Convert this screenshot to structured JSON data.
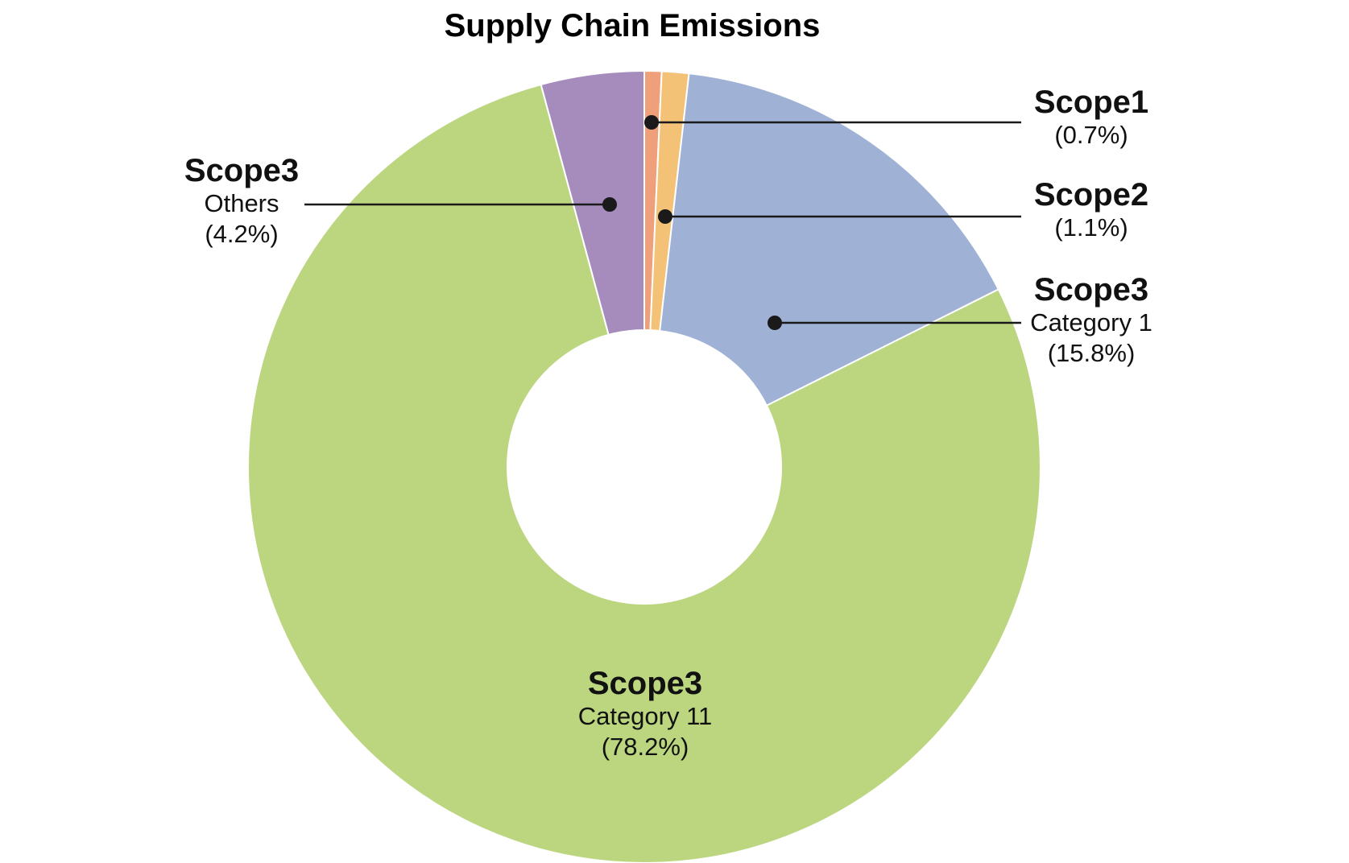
{
  "page": {
    "background": "#ffffff"
  },
  "chart_data": {
    "type": "pie",
    "subtype": "donut",
    "title": "Supply Chain Emissions",
    "direction": "clockwise",
    "start_angle": "12-oclock",
    "donut_hole_ratio": 0.345,
    "legend": "none",
    "categories": [
      "Scope1",
      "Scope2",
      "Scope3 Category 1",
      "Scope3 Category 11",
      "Scope3 Others"
    ],
    "values": [
      0.7,
      1.1,
      15.8,
      78.2,
      4.2
    ],
    "segments": [
      {
        "key": "scope1",
        "name": "Scope1",
        "sub": "",
        "pct_label": "(0.7%)",
        "percent": 0.7,
        "color": "#efa07a",
        "label_side": "right"
      },
      {
        "key": "scope2",
        "name": "Scope2",
        "sub": "",
        "pct_label": "(1.1%)",
        "percent": 1.1,
        "color": "#f3c277",
        "label_side": "right"
      },
      {
        "key": "scope3-category1",
        "name": "Scope3",
        "sub": "Category 1",
        "pct_label": "(15.8%)",
        "percent": 15.8,
        "color": "#9fb1d5",
        "label_side": "right"
      },
      {
        "key": "scope3-category11",
        "name": "Scope3",
        "sub": "Category 11",
        "pct_label": "(78.2%)",
        "percent": 78.2,
        "color": "#bcd680",
        "label_side": "inside"
      },
      {
        "key": "scope3-others",
        "name": "Scope3",
        "sub": "Others",
        "pct_label": "(4.2%)",
        "percent": 4.2,
        "color": "#a58cbc",
        "label_side": "left"
      }
    ],
    "leader_line_color": "#1a1a1a",
    "segment_border_color": "#ffffff"
  }
}
